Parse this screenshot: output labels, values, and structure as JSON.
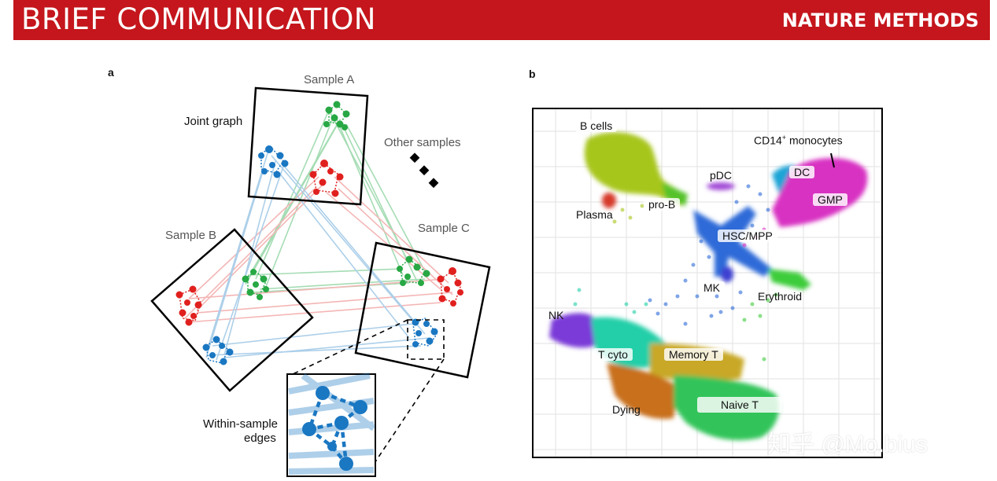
{
  "header": {
    "left": "BRIEF COMMUNICATION",
    "right": "NATURE METHODS"
  },
  "panel_a": {
    "letter": "a",
    "sample_a": "Sample A",
    "sample_b": "Sample B",
    "sample_c": "Sample C",
    "joint_graph": "Joint graph",
    "other_samples": "Other samples",
    "within_sample_line1": "Within-sample",
    "within_sample_line2": "edges",
    "colors": {
      "green": "#27a844",
      "red": "#e0201e",
      "blue": "#1a77c2"
    }
  },
  "panel_b": {
    "letter": "b",
    "clusters": {
      "b_cells": "B cells",
      "cd14_prefix": "CD14",
      "cd14_sup": "+",
      "cd14_suffix": " monocytes",
      "dc": "DC",
      "pdc": "pDC",
      "gmp": "GMP",
      "plasma": "Plasma",
      "pro_b": "pro-B",
      "hsc_mpp": "HSC/MPP",
      "mk": "MK",
      "erythroid": "Erythroid",
      "nk": "NK",
      "t_cyto": "T cyto",
      "memory_t": "Memory T",
      "dying": "Dying",
      "naive_t": "Naive T"
    }
  },
  "watermark": "知乎 @Mo.bius"
}
